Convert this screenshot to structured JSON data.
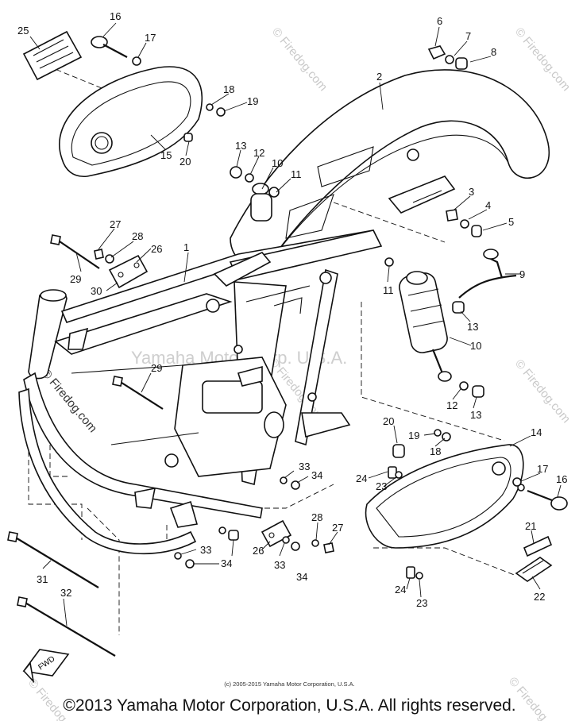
{
  "watermarks": {
    "center": "Yamaha Motor Corp. U.S.A.",
    "site": "© Firedog.com"
  },
  "fwd_label": "FWD",
  "callouts": [
    {
      "num": "1"
    },
    {
      "num": "2"
    },
    {
      "num": "3"
    },
    {
      "num": "4"
    },
    {
      "num": "5"
    },
    {
      "num": "6"
    },
    {
      "num": "7"
    },
    {
      "num": "8"
    },
    {
      "num": "9"
    },
    {
      "num": "10"
    },
    {
      "num": "10"
    },
    {
      "num": "11"
    },
    {
      "num": "11"
    },
    {
      "num": "12"
    },
    {
      "num": "12"
    },
    {
      "num": "13"
    },
    {
      "num": "13"
    },
    {
      "num": "13"
    },
    {
      "num": "14"
    },
    {
      "num": "15"
    },
    {
      "num": "16"
    },
    {
      "num": "16"
    },
    {
      "num": "17"
    },
    {
      "num": "17"
    },
    {
      "num": "18"
    },
    {
      "num": "18"
    },
    {
      "num": "19"
    },
    {
      "num": "19"
    },
    {
      "num": "20"
    },
    {
      "num": "20"
    },
    {
      "num": "21"
    },
    {
      "num": "22"
    },
    {
      "num": "23"
    },
    {
      "num": "23"
    },
    {
      "num": "24"
    },
    {
      "num": "24"
    },
    {
      "num": "25"
    },
    {
      "num": "26"
    },
    {
      "num": "26"
    },
    {
      "num": "27"
    },
    {
      "num": "27"
    },
    {
      "num": "28"
    },
    {
      "num": "28"
    },
    {
      "num": "29"
    },
    {
      "num": "29"
    },
    {
      "num": "30"
    },
    {
      "num": "31"
    },
    {
      "num": "32"
    },
    {
      "num": "33"
    },
    {
      "num": "33"
    },
    {
      "num": "33"
    },
    {
      "num": "34"
    },
    {
      "num": "34"
    },
    {
      "num": "34"
    }
  ],
  "copyright_small": "(c) 2005-2015 Yamaha Motor Corporation, U.S.A.",
  "copyright_main": "©2013 Yamaha Motor Corporation, U.S.A. All rights reserved."
}
